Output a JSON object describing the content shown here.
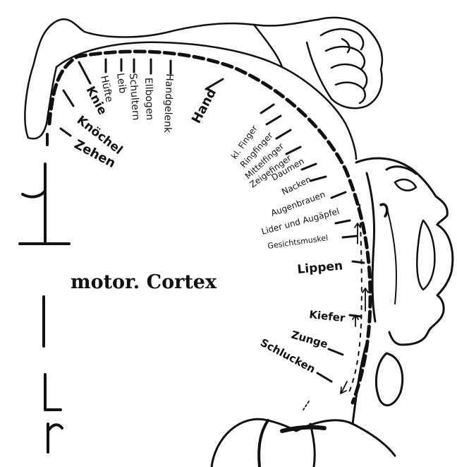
{
  "title": "motor. Cortex",
  "labels": {
    "zehen": "Zehen",
    "knochel": "Knöchel",
    "knie": "Knie",
    "huefte": "Hüfte",
    "leib": "Leib",
    "schultern": "Schultern",
    "ellbogen": "Ellbogen",
    "handgelenk": "Handgelenk",
    "hand": "Hand",
    "kl_finger": "kl. Finger",
    "ringfinger": "Ringfinger",
    "mittelfinger": "Mittelfinger",
    "zeigefinger": "Zeigefinger",
    "daumen": "Daumen",
    "nacken": "Nacken",
    "augenbrauen": "Augenbrauen",
    "lider": "Lider und Augäpfel",
    "gesicht": "Gesichtsmuskel",
    "lippen": "Lippen",
    "kiefer": "Kiefer",
    "zunge": "Zunge",
    "schlucken": "Schlucken"
  },
  "colors": {
    "ink": "#111111",
    "background": "#ffffff"
  }
}
